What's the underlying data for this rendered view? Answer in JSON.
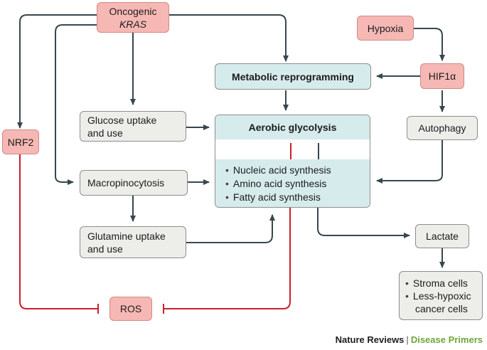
{
  "nodes": {
    "kras_line1": "Oncogenic",
    "kras_line2": "KRAS",
    "hypoxia": "Hypoxia",
    "hif1a": "HIF1α",
    "metabolic": "Metabolic reprogramming",
    "nrf2": "NRF2",
    "glucose_line1": "Glucose uptake",
    "glucose_line2": "and use",
    "aerobic": "Aerobic glycolysis",
    "synth": [
      "Nucleic acid synthesis",
      "Amino acid synthesis",
      "Fatty acid synthesis"
    ],
    "autophagy": "Autophagy",
    "macro": "Macropinocytosis",
    "glutamine_line1": "Glutamine uptake",
    "glutamine_line2": "and use",
    "lactate": "Lactate",
    "ros": "ROS",
    "stroma": [
      "Stroma cells",
      "Less-hypoxic",
      "cancer cells"
    ]
  },
  "footer": {
    "journal": "Nature Reviews",
    "separator": "|",
    "series": "Disease Primers"
  },
  "colors": {
    "arrow": "#37474f",
    "inhibit": "#c8202c",
    "red_box": "#f6b8b4",
    "grey_box": "#ededea",
    "teal_box": "#d6ebec",
    "brand_green": "#6fa63a"
  }
}
